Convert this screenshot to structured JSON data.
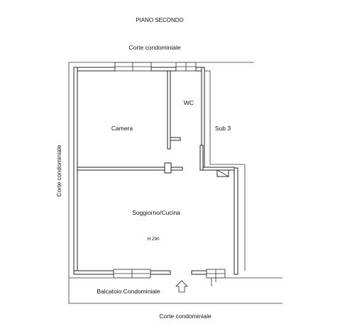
{
  "plan": {
    "title": "PIANO SECONDO",
    "labels": {
      "courtyard_top": "Corte condominiale",
      "courtyard_left": "Corte condominiale",
      "courtyard_bottom": "Corte condominiale",
      "balcony": "Balcatoio Condominiale",
      "room_camera": "Camera",
      "room_wc": "WC",
      "room_sub3": "Sub 3",
      "room_living": "Soggiorno/Cucina",
      "height_note": "H 290"
    },
    "colors": {
      "wall_stroke": "#222222",
      "background": "#ffffff"
    },
    "icons": {
      "entrance": "entrance-arrow-icon"
    }
  }
}
